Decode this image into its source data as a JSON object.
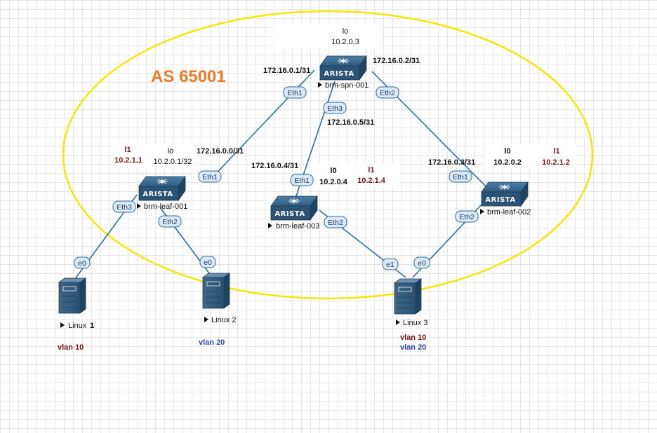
{
  "as_label": "AS 65001",
  "devices": {
    "spine": {
      "name": "brm-spn-001",
      "brand": "ARISTA"
    },
    "leaf1": {
      "name": "brm-leaf-001",
      "brand": "ARISTA"
    },
    "leaf3": {
      "name": "brm-leaf-003",
      "brand": "ARISTA"
    },
    "leaf2": {
      "name": "brm-leaf-002",
      "brand": "ARISTA"
    },
    "linux1": {
      "name": "Linux",
      "num": "1"
    },
    "linux2": {
      "name": "Linux 2"
    },
    "linux3": {
      "name": "Linux 3"
    }
  },
  "ports": {
    "spn_eth1": "Eth1",
    "spn_eth2": "Eth2",
    "spn_eth3": "Eth3",
    "l1_eth1": "Eth1",
    "l1_eth2": "Eth2",
    "l1_eth3": "Eth3",
    "l3_eth1": "Eth1",
    "l3_eth2": "Eth2",
    "l2_eth1": "Eth1",
    "l2_eth2": "Eth2",
    "lx1_e0": "e0",
    "lx2_e0": "e0",
    "lx3_e1": "e1",
    "lx3_e0": "e0"
  },
  "ips": {
    "spn_eth1": "172.16.0.1/31",
    "spn_eth2": "172.16.0.2/31",
    "spn_eth3": "172.16.0.5/31",
    "l1_eth1": "172.16.0.0/31",
    "l3_eth1": "172.16.0.4/31",
    "l2_eth1": "172.16.0.3/31"
  },
  "loopbacks": {
    "spine": {
      "name": "lo",
      "ip": "10.2.0.3"
    },
    "leaf1": {
      "name": "lo",
      "ip": "10.2.0.1/32",
      "l1_name": "l1",
      "l1_ip": "10.2.1.1"
    },
    "leaf3": {
      "name": "l0",
      "ip": "10.2.0.4",
      "l1_name": "l1",
      "l1_ip": "10.2.1.4"
    },
    "leaf2": {
      "name": "l0",
      "ip": "10.2.0.2",
      "l1_name": "l1",
      "l1_ip": "10.2.1.2"
    }
  },
  "vlans": {
    "linux1": "vlan 10",
    "linux2": "vlan 20",
    "linux3_a": "vlan 10",
    "linux3_b": "vlan 20"
  },
  "colors": {
    "link": "#2b6f9e",
    "as_ellipse": "#f5e800",
    "as_label": "#f07a2a",
    "switch_body": "#2f5b7e",
    "vlan10": "#7a1212",
    "vlan20": "#2a44b0"
  }
}
